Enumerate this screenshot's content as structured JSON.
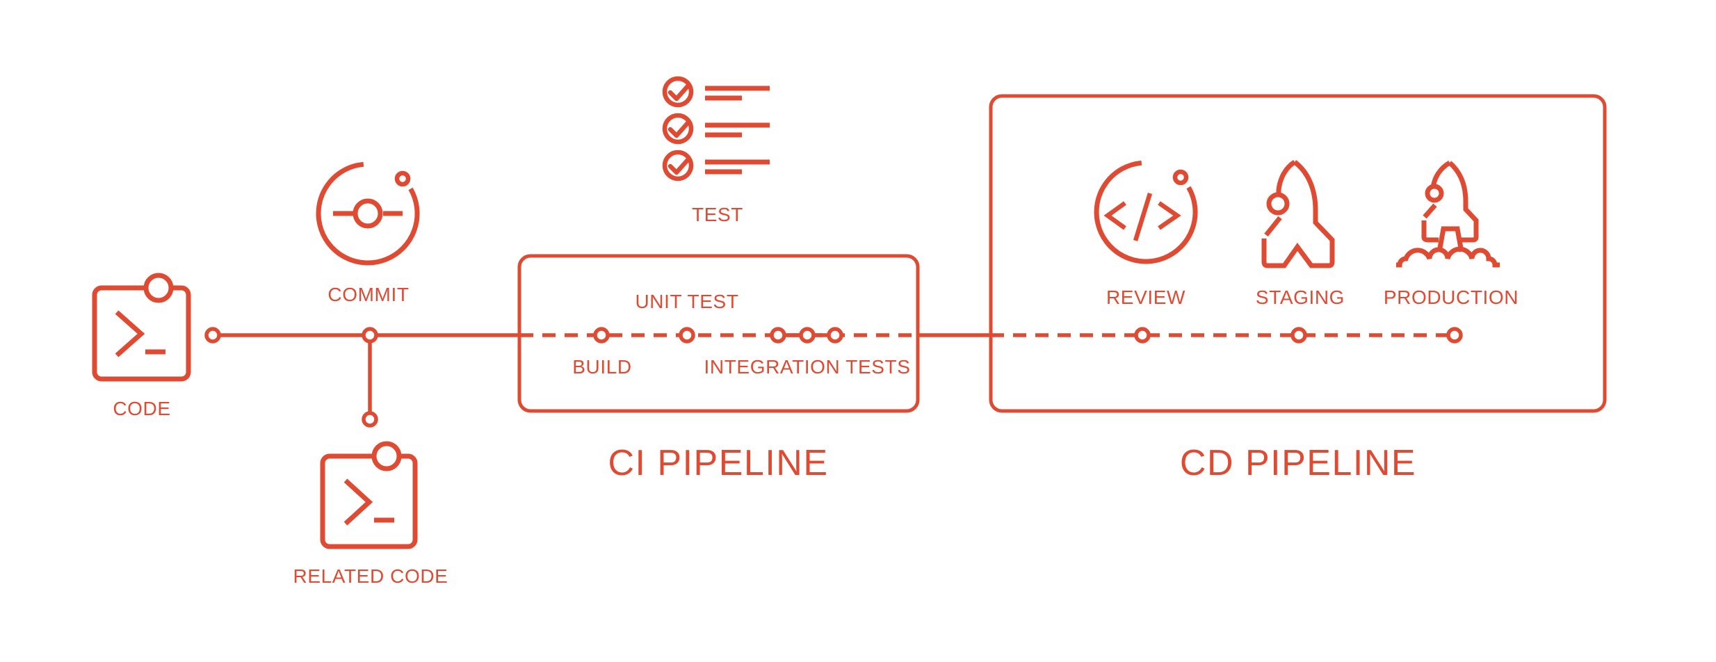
{
  "colors": {
    "accent": "#DF4A32",
    "background": "#FFFFFF"
  },
  "stages": {
    "code": "CODE",
    "commit": "COMMIT",
    "related_code": "RELATED CODE",
    "test": "TEST",
    "build": "BUILD",
    "unit_test": "UNIT TEST",
    "integration_tests": "INTEGRATION TESTS",
    "review": "REVIEW",
    "staging": "STAGING",
    "production": "PRODUCTION"
  },
  "pipelines": {
    "ci": "CI PIPELINE",
    "cd": "CD PIPELINE"
  }
}
